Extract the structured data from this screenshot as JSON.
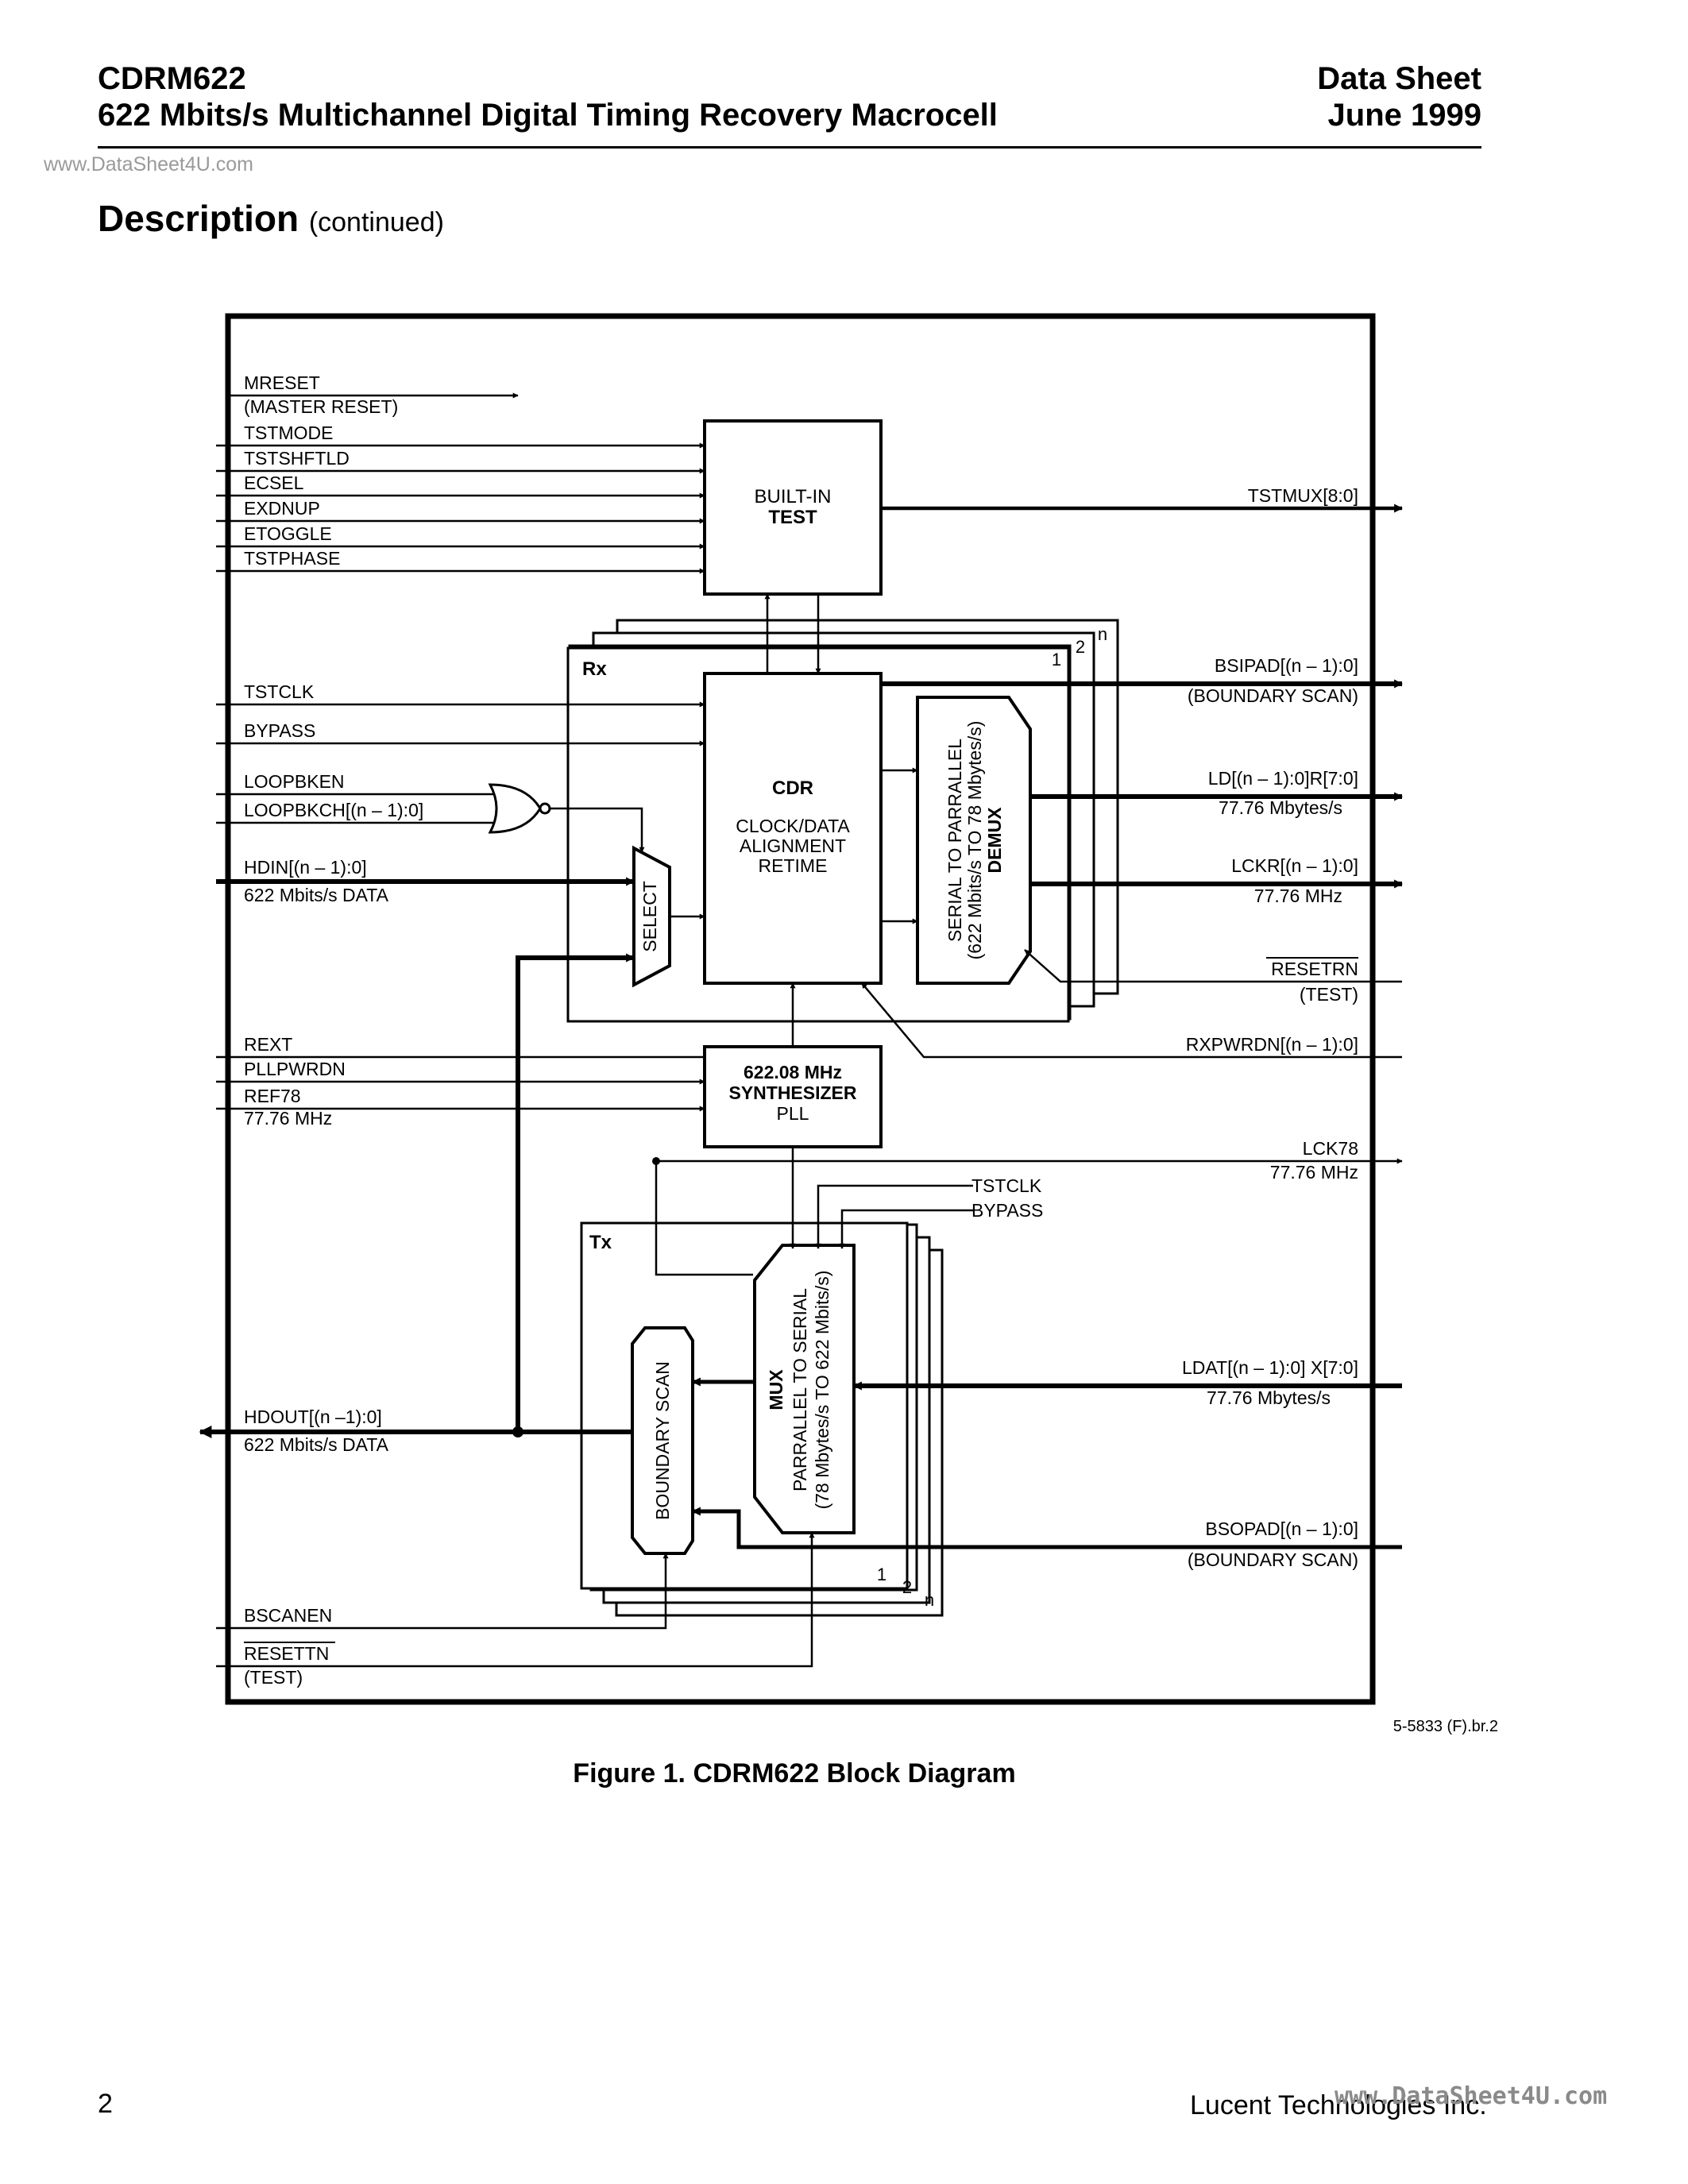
{
  "header": {
    "product": "CDRM622",
    "subtitle": "622 Mbits/s Multichannel Digital Timing Recovery Macrocell",
    "doc_type": "Data Sheet",
    "date": "June 1999"
  },
  "watermark_top": "www.DataSheet4U.com",
  "section": {
    "title": "Description",
    "note": "(continued)"
  },
  "diagram": {
    "blocks": {
      "bist_line1": "BUILT-IN",
      "bist_line2": "TEST",
      "rx_label": "Rx",
      "rx_ch1": "1",
      "rx_ch2": "2",
      "rx_chn": "n",
      "cdr_title": "CDR",
      "cdr_line1": "CLOCK/DATA",
      "cdr_line2": "ALIGNMENT",
      "cdr_line3": "RETIME",
      "demux_line1": "SERIAL TO PARRALLEL",
      "demux_line2": "(622 Mbits/s TO 78 Mbytes/s)",
      "demux_line3": "DEMUX",
      "select": "SELECT",
      "pll_line1": "622.08 MHz",
      "pll_line2": "SYNTHESIZER",
      "pll_line3": "PLL",
      "tx_label": "Tx",
      "tx_ch1": "1",
      "tx_ch2": "2",
      "tx_chn": "n",
      "mux_line1": "MUX",
      "mux_line2": "PARRALLEL TO SERIAL",
      "mux_line3": "(78 Mbytes/s TO 622 Mbits/s)",
      "bscan": "BOUNDARY SCAN"
    },
    "signals_left": {
      "mreset": "MRESET",
      "mreset_sub": "(MASTER RESET)",
      "tstmode": "TSTMODE",
      "tstshftld": "TSTSHFTLD",
      "ecsel": "ECSEL",
      "exdnup": "EXDNUP",
      "etoggle": "ETOGGLE",
      "tstphase": "TSTPHASE",
      "tstclk": "TSTCLK",
      "bypass": "BYPASS",
      "loopbken": "LOOPBKEN",
      "loopbkch": "LOOPBKCH[(n – 1):0]",
      "hdin": "HDIN[(n – 1):0]",
      "hdin_sub": "622 Mbits/s DATA",
      "rext": "REXT",
      "pllpwrdn": "PLLPWRDN",
      "ref78": "REF78",
      "ref78_sub": "77.76 MHz",
      "hdout": "HDOUT[(n –1):0]",
      "hdout_sub": "622 Mbits/s DATA",
      "bscanen": "BSCANEN",
      "resettn_bot": "RESETTN",
      "resettn_bot_sub": "(TEST)"
    },
    "signals_right": {
      "tstmux": "TSTMUX[8:0]",
      "bsipad": "BSIPAD[(n – 1):0]",
      "bsipad_sub": "(BOUNDARY SCAN)",
      "ld": "LD[(n – 1):0]R[7:0]",
      "ld_sub": "77.76 Mbytes/s",
      "lckr": "LCKR[(n – 1):0]",
      "lckr_sub": "77.76 MHz",
      "resetrn": "RESETRN",
      "resetrn_sub": "(TEST)",
      "rxpwrdn": "RXPWRDN[(n – 1):0]",
      "lck78": "LCK78",
      "lck78_sub": "77.76 MHz",
      "tstclk_tx": "TSTCLK",
      "bypass_tx": "BYPASS",
      "ldat": "LDAT[(n – 1):0] X[7:0]",
      "ldat_sub": "77.76 Mbytes/s",
      "bsopad": "BSOPAD[(n – 1):0]",
      "bsopad_sub": "(BOUNDARY SCAN)"
    },
    "drawing_id": "5-5833 (F).br.2"
  },
  "caption": "Figure 1. CDRM622 Block Diagram",
  "footer": {
    "page": "2",
    "company": "Lucent Technologies Inc.",
    "watermark": "www.DataSheet4U.com"
  }
}
